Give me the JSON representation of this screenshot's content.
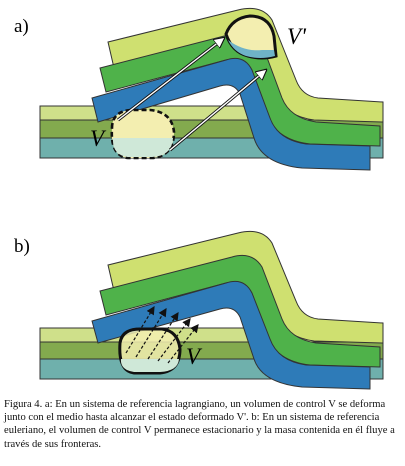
{
  "figure": {
    "panels": [
      {
        "label": "a)",
        "volume_label": "V",
        "deformed_label": "V'"
      },
      {
        "label": "b)",
        "volume_label": "V"
      }
    ],
    "caption": "Figura 4. a: En un sistema de referencia lagrangiano, un volumen de control V se deforma junto con el medio hasta alcanzar el estado deformado V'. b: En un sistema de referencia euleriano, el volumen de control V permanece estacionario y la masa contenida en él fluye a través de sus fronteras.",
    "colors": {
      "flat_top": "#cfe08a",
      "flat_mid": "#83aa4e",
      "flat_bottom": "#6fb0ac",
      "band_yellow": "#cfe070",
      "band_green": "#4fb24a",
      "band_blue": "#2e7bb8",
      "volume_fill": "#f3eeb0",
      "volume_fill_lower": "#cfe8d8"
    }
  }
}
